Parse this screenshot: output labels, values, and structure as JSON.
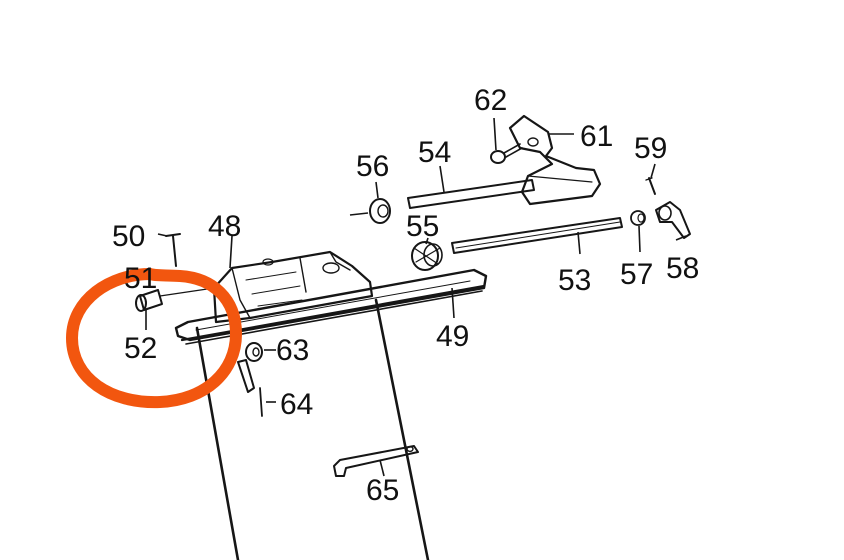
{
  "diagram": {
    "type": "exploded-parts-illustration",
    "highlight_color": "#f2560f",
    "ink_color": "#161616",
    "highlighted_part": "52",
    "callouts": [
      "48",
      "49",
      "50",
      "51",
      "52",
      "53",
      "54",
      "55",
      "56",
      "57",
      "58",
      "59",
      "61",
      "62",
      "63",
      "64",
      "65"
    ]
  }
}
